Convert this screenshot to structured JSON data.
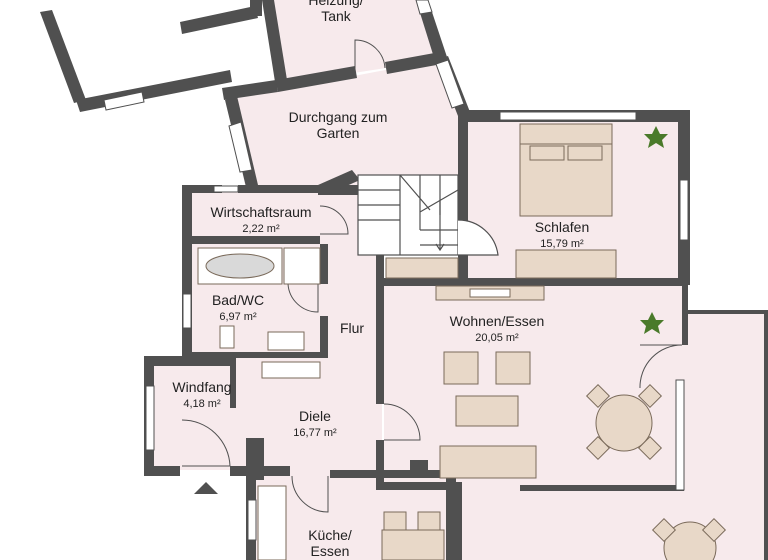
{
  "floor": {
    "colors": {
      "floor": "#f7eaec",
      "wall": "#505050",
      "furniture": "#e8d8c8",
      "window": "#ffffff"
    },
    "rooms": {
      "heizung": {
        "name": "Heizung/\nTank",
        "area": ""
      },
      "durchgang": {
        "name": "Durchgang zum\nGarten",
        "area": ""
      },
      "wirtschaftsraum": {
        "name": "Wirtschaftsraum",
        "area": "2,22 m²"
      },
      "bad": {
        "name": "Bad/WC",
        "area": "6,97 m²"
      },
      "flur": {
        "name": "Flur",
        "area": ""
      },
      "schlafen": {
        "name": "Schlafen",
        "area": "15,79 m²"
      },
      "wohnen": {
        "name": "Wohnen/Essen",
        "area": "20,05 m²"
      },
      "windfang": {
        "name": "Windfang",
        "area": "4,18 m²"
      },
      "diele": {
        "name": "Diele",
        "area": "16,77 m²"
      },
      "kueche": {
        "name": "Küche/\nEssen",
        "area": ""
      }
    }
  }
}
